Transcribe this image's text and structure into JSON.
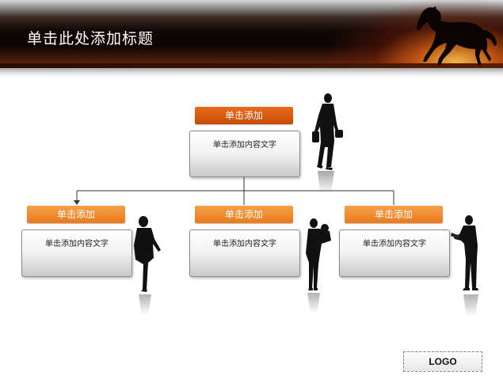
{
  "slide": {
    "title": "单击此处添加标题",
    "logo": "LOGO"
  },
  "diagram": {
    "root": {
      "label": "单击添加",
      "content": "单击添加内容文字"
    },
    "children": [
      {
        "label": "单击添加",
        "content": "单击添加内容文字"
      },
      {
        "label": "单击添加",
        "content": "单击添加内容文字"
      },
      {
        "label": "单击添加",
        "content": "单击添加内容文字"
      }
    ]
  },
  "icons": {
    "header_image": "running-horse-silhouette-icon",
    "figures": [
      "businessman-walking-icon",
      "businesswoman-walking-icon",
      "woman-holding-child-icon",
      "man-reading-paper-icon"
    ]
  },
  "colors": {
    "label_dark": "#d85a10",
    "label_light": "#f28a2a",
    "header_dark": "#120807",
    "sunset": "#f07a18"
  }
}
